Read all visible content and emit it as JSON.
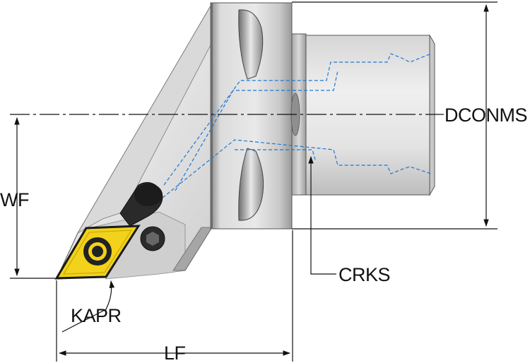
{
  "labels": {
    "dconms": "DCONMS",
    "wf": "WF",
    "crks": "CRKS",
    "kapr": "KAPR",
    "lf": "LF"
  },
  "colors": {
    "body_light": "#e8e8e8",
    "body_mid": "#b9b9b9",
    "body_dark": "#7d7d7d",
    "insert": "#f2d21a",
    "coolant": "#1e78d2",
    "lines": "#111111"
  }
}
